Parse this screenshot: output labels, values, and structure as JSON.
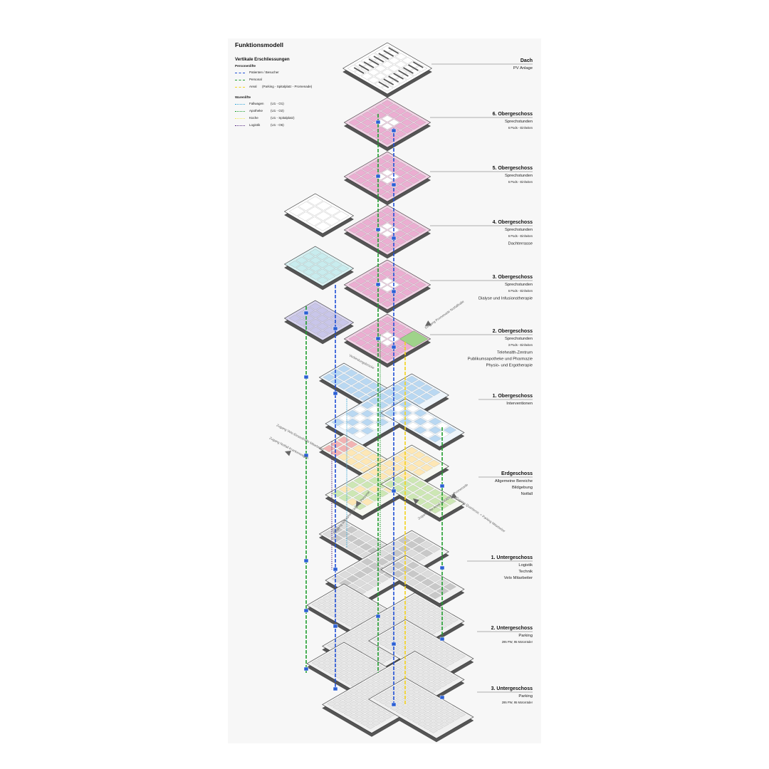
{
  "title": "Funktionsmodell",
  "legend": {
    "heading": "Vertikale Erschliessungen",
    "personen": {
      "title": "Personenlifte",
      "items": [
        {
          "label": "Patienten / Besucher",
          "range": "",
          "color": "#1f4fd6",
          "style": "dashed"
        },
        {
          "label": "Personal",
          "range": "",
          "color": "#1f9d2e",
          "style": "dashed"
        },
        {
          "label": "Areal",
          "range": "(Parking - Spitalplatz - Promenade)",
          "color": "#f2d21b",
          "style": "dashed"
        }
      ]
    },
    "waren": {
      "title": "Warenlifte",
      "items": [
        {
          "label": "Fallwagen",
          "range": "(U1 - O1)",
          "color": "#35a7d8",
          "style": "dotted"
        },
        {
          "label": "Apotheke",
          "range": "(U1 - O2)",
          "color": "#1f9d2e",
          "style": "dotted"
        },
        {
          "label": "Küche",
          "range": "(U1 - Spitalplatz)",
          "color": "#f2e95a",
          "style": "dotted"
        },
        {
          "label": "Logistik",
          "range": "(U1 - O6)",
          "color": "#5a2e86",
          "style": "dotted"
        }
      ]
    }
  },
  "levels": [
    {
      "name": "Dach",
      "lines": [
        "PV Anlage"
      ]
    },
    {
      "name": "6. Obergeschoss",
      "lines": [
        "Sprechstunden",
        "6 Pods - Einheiten"
      ]
    },
    {
      "name": "5. Obergeschoss",
      "lines": [
        "Sprechstunden",
        "6 Pods - Einheiten"
      ]
    },
    {
      "name": "4. Obergeschoss",
      "lines": [
        "Sprechstunden",
        "6 Pods - Einheiten",
        "",
        "Dachterrasse"
      ]
    },
    {
      "name": "3. Obergeschoss",
      "lines": [
        "Sprechstunden",
        "6 Pods - Einheiten",
        "",
        "Dialyse und Infusionstherapie"
      ]
    },
    {
      "name": "2. Obergeschoss",
      "lines": [
        "Sprechstunden",
        "3 Pods - Einheiten",
        "",
        "Telehealth-Zentrum",
        "Publikumsapotheke und Pharmazie",
        "Physio- und Ergotherapie"
      ]
    },
    {
      "name": "1. Obergeschoss",
      "lines": [
        "Interventionen"
      ]
    },
    {
      "name": "Erdgeschoss",
      "lines": [
        "Allgemeine Bereiche",
        "Bildgebung",
        "Notfall"
      ]
    },
    {
      "name": "1. Untergeschoss",
      "lines": [
        "Logistik",
        "Technik",
        "Velo Mitarbeiter"
      ]
    },
    {
      "name": "2. Untergeschoss",
      "lines": [
        "Parking",
        "295 PW, 95 Motorräder"
      ]
    },
    {
      "name": "3. Untergeschoss",
      "lines": [
        "Parking",
        "295 PW, 95 Motorräder"
      ]
    }
  ],
  "annotations": {
    "eingang_promenade": "Eingang Promenade Notfallhalle",
    "verbindung": "Verbindungsbrücke",
    "zugang_velo": "Zugang Velo-Einstellhalle Mitarbeiter",
    "zugang_notfall": "Zugang Notfall Krankenwagen",
    "eingang_spitalplatz": "Eingang Spitalplatz Eingang Personal",
    "zugang_areal": "Zugang Lifte Areal Spitalplatz Promenade",
    "zugang_quartier": "Zugang Quartierstr. + Parking Mitarbeiter"
  },
  "colors": {
    "patienten": "#1f4fd6",
    "personal": "#1f9d2e",
    "areal": "#f2d21b",
    "fallwagen": "#35a7d8",
    "logistik": "#5a2e86",
    "sprechstunden": "#ecaed2",
    "interventionen": "#b9d8f2",
    "allgemein": "#cde7b4",
    "notfall": "#f2b3b3",
    "dialyse": "#c9c6ea",
    "terrasse": "#c8ecee",
    "untergeschoss": "#dcdcdc"
  }
}
